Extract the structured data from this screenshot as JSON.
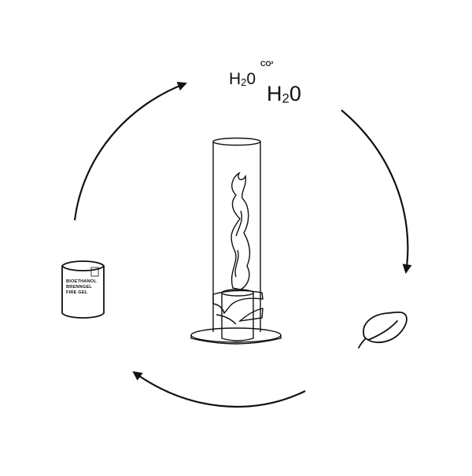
{
  "labels": {
    "water_small": {
      "main": "H",
      "sub": "2",
      "tail": "0"
    },
    "co2": "CO²",
    "water_large": {
      "main": "H",
      "sub": "2",
      "tail": "0"
    }
  },
  "can": {
    "lines": [
      "BIOETHANOL",
      "BRENNGEL",
      "FIRE GEL"
    ]
  },
  "icons": [
    "cycle-arrow",
    "leaf-icon",
    "fire-column-icon",
    "fuel-can-icon"
  ],
  "colors": {
    "stroke": "#111111",
    "background": "#ffffff"
  }
}
